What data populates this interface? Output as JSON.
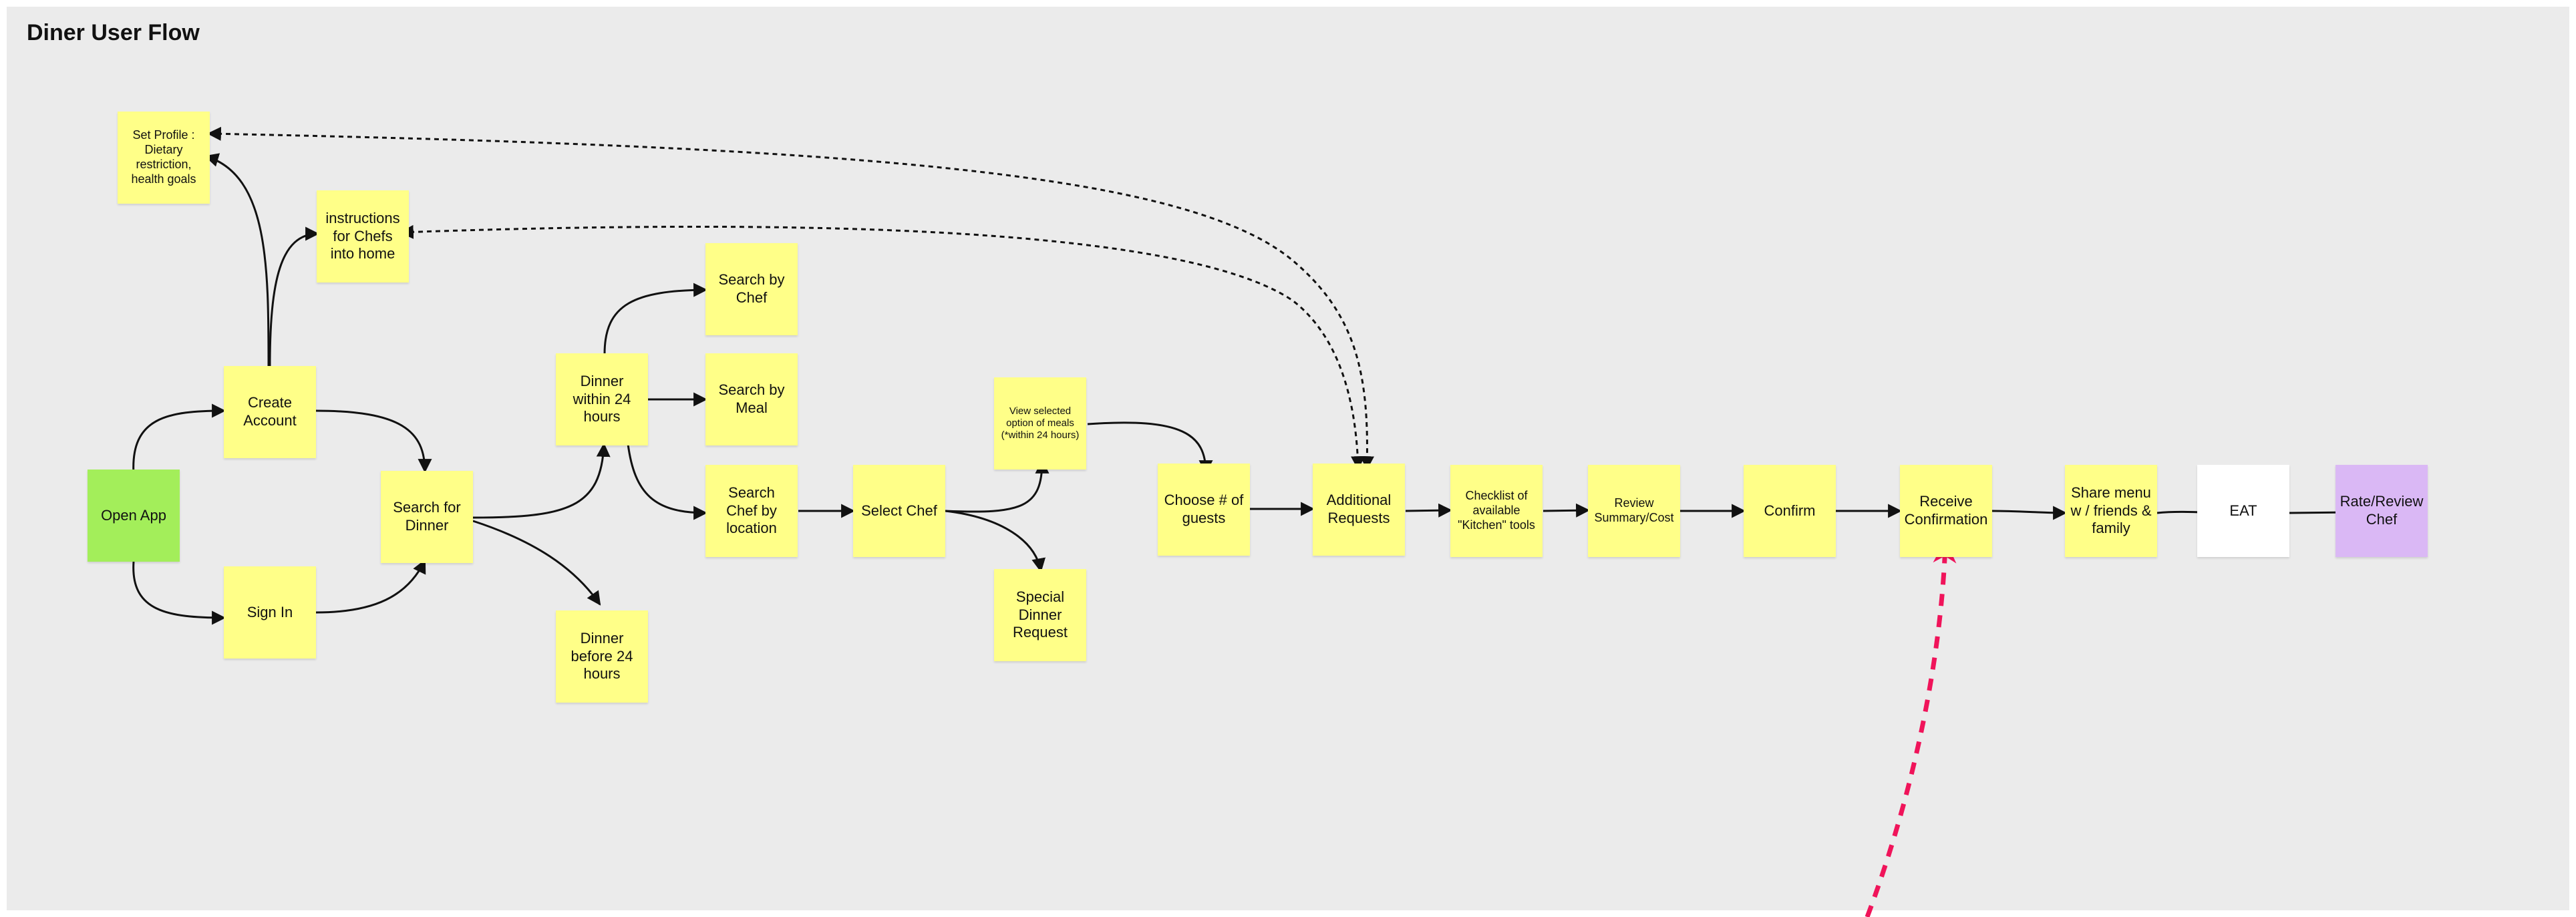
{
  "title": "Diner User Flow",
  "colors": {
    "sticky": "#ffff88",
    "start": "#a3ee5a",
    "eat": "#ffffff",
    "rate": "#dab8f5",
    "board": "#ebebeb",
    "highlight": "#f0145a"
  },
  "nodes": {
    "open_app": "Open App",
    "create_account": "Create Account",
    "sign_in": "Sign In",
    "set_profile": "Set Profile : Dietary restriction, health goals",
    "instructions": "instructions for Chefs into home",
    "search_dinner": "Search for Dinner",
    "dinner_within": "Dinner within 24 hours",
    "dinner_before": "Dinner before 24 hours",
    "search_chef": "Search by Chef",
    "search_meal": "Search by Meal",
    "search_location": "Search Chef by location",
    "select_chef": "Select Chef",
    "view_selected": "View selected option of meals (*within 24 hours)",
    "special_request": "Special Dinner Request",
    "choose_guests": "Choose # of guests",
    "additional_requests": "Additional Requests",
    "checklist": "Checklist of available \"Kitchen\" tools",
    "review": "Review Summary/Cost",
    "confirm": "Confirm",
    "receive": "Receive Confirmation",
    "share": "Share menu w / friends & family",
    "eat": "EAT",
    "rate": "Rate/Review Chef"
  }
}
